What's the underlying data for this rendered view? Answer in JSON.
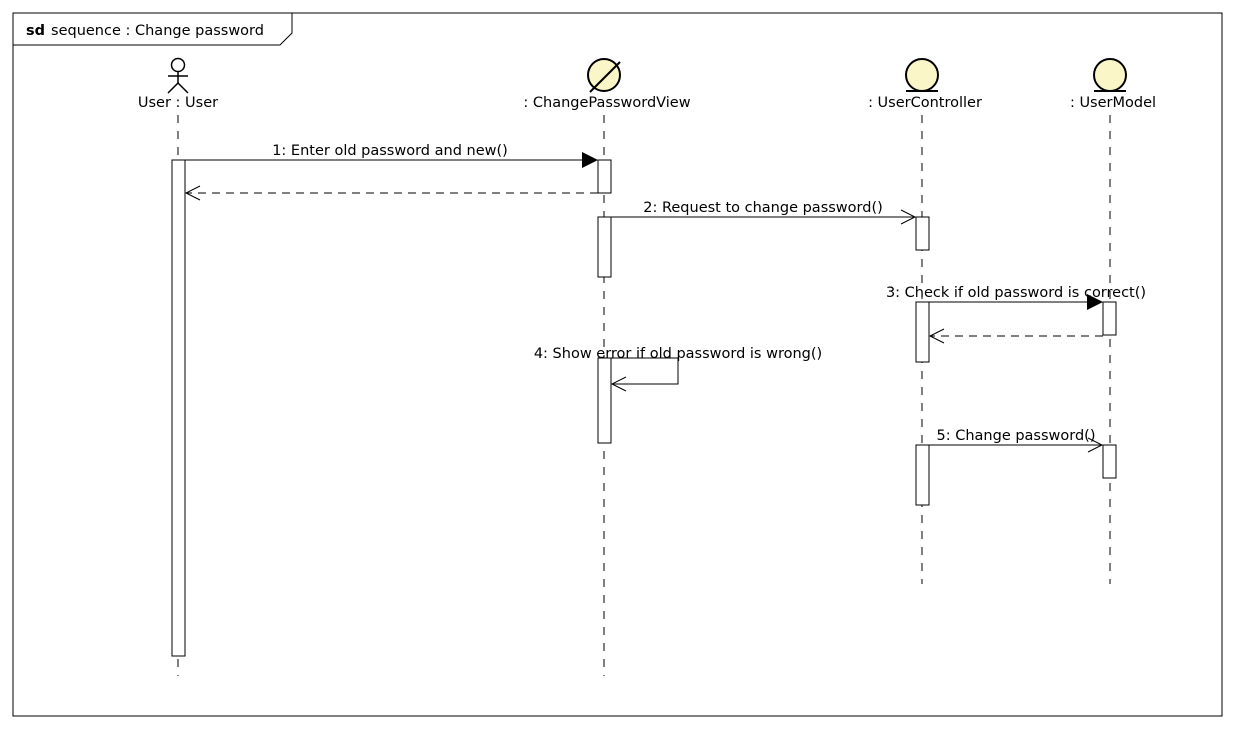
{
  "frame": {
    "keyword": "sd",
    "title": "sequence : Change password"
  },
  "lifelines": [
    {
      "id": "user",
      "kind": "actor",
      "label": "User : User"
    },
    {
      "id": "view",
      "kind": "boundary",
      "label": ": ChangePasswordView"
    },
    {
      "id": "controller",
      "kind": "control",
      "label": ": UserController"
    },
    {
      "id": "model",
      "kind": "entity",
      "label": ": UserModel"
    }
  ],
  "messages": [
    {
      "label": "1: Enter old password and new()",
      "from": "user",
      "to": "view",
      "type": "synchronous"
    },
    {
      "label": "",
      "from": "view",
      "to": "user",
      "type": "return"
    },
    {
      "label": "2: Request to change password()",
      "from": "view",
      "to": "controller",
      "type": "asynchronous"
    },
    {
      "label": "3: Check if old password is correct()",
      "from": "controller",
      "to": "model",
      "type": "synchronous"
    },
    {
      "label": "",
      "from": "model",
      "to": "controller",
      "type": "return"
    },
    {
      "label": "4: Show error if old password is wrong()",
      "from": "view",
      "to": "view",
      "type": "self"
    },
    {
      "label": "5: Change password()",
      "from": "controller",
      "to": "model",
      "type": "asynchronous"
    }
  ],
  "colors": {
    "object_fill": "#fbf6c7",
    "line": "#000000",
    "background": "#ffffff"
  }
}
